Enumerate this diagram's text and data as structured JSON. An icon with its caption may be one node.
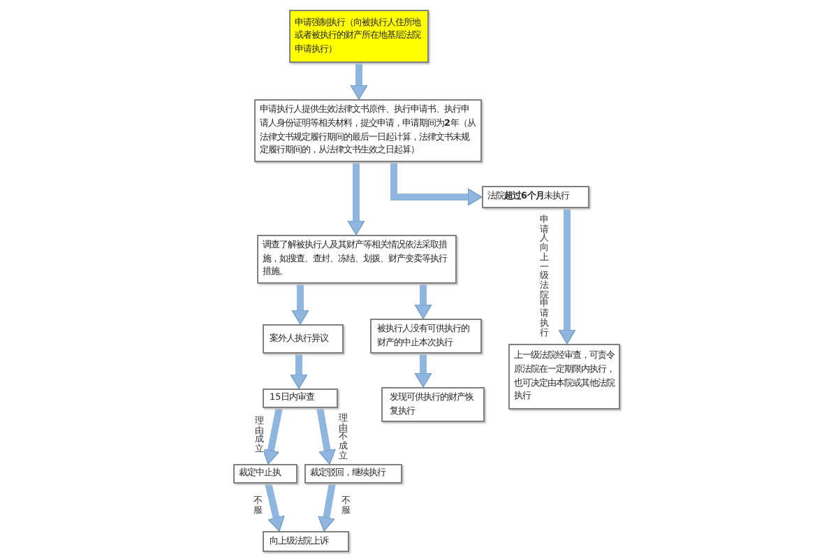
{
  "diagram": {
    "nodes": [
      {
        "text": [
          "申请强制执行（向被执行人住所地或者被执行的财产所在地基层法院申请执行）"
        ]
      },
      {
        "text": [
          "申请执行人提供生效法律文书原件、执行申请书、执行申请人身份证明等相关材料，提交申请，申请期间为**2**年（从法律文书规定履行期间的最后一日起计算，法律文书未规定履行期间的，从法律文书生效之日起算）"
        ]
      },
      {
        "text": [
          "法院**超过6个月**未执行"
        ]
      },
      {
        "text": [
          "调查了解被执行人及其财产等相关情况依法采取措施，如搜查、查封、冻结、划拨、财产变卖等执行措施。"
        ]
      },
      {
        "text": [
          "案外人执行异议"
        ]
      },
      {
        "text": [
          "被执行人没有可供执行的财产的中止本次执行"
        ]
      },
      {
        "text": [
          "上一级法院经审查，可责令原法院在一定期限内执行，也可决定由本院或其他法院执行"
        ]
      },
      {
        "text": [
          "15日内审查"
        ]
      },
      {
        "text": [
          "发现可供执行的财产恢复执行"
        ]
      },
      {
        "text": [
          "裁定中止执"
        ]
      },
      {
        "text": [
          "裁定驳回，继续执行"
        ]
      },
      {
        "text": [
          "向上级法院上诉"
        ]
      }
    ],
    "edges": [
      {
        "from": 0,
        "to": 1,
        "arrow": "to"
      },
      {
        "from": 1,
        "to": 3,
        "arrow": "to"
      },
      {
        "from": 1,
        "to": 2,
        "arrow": "to"
      },
      {
        "from": 2,
        "to": 6,
        "arrow": "to",
        "label": "申请人向上一级法院申请执行"
      },
      {
        "from": 3,
        "to": 4,
        "arrow": "to"
      },
      {
        "from": 3,
        "to": 5,
        "arrow": "to"
      },
      {
        "from": 4,
        "to": 7,
        "arrow": "to"
      },
      {
        "from": 5,
        "to": 8,
        "arrow": "to"
      },
      {
        "from": 7,
        "to": 9,
        "arrow": "to",
        "label": "理由成立"
      },
      {
        "from": 7,
        "to": 10,
        "arrow": "to",
        "label": "理由不成立"
      },
      {
        "from": 9,
        "to": 11,
        "arrow": "to",
        "label": "不服"
      },
      {
        "from": 10,
        "to": 11,
        "arrow": "to",
        "label": "不服"
      }
    ]
  }
}
